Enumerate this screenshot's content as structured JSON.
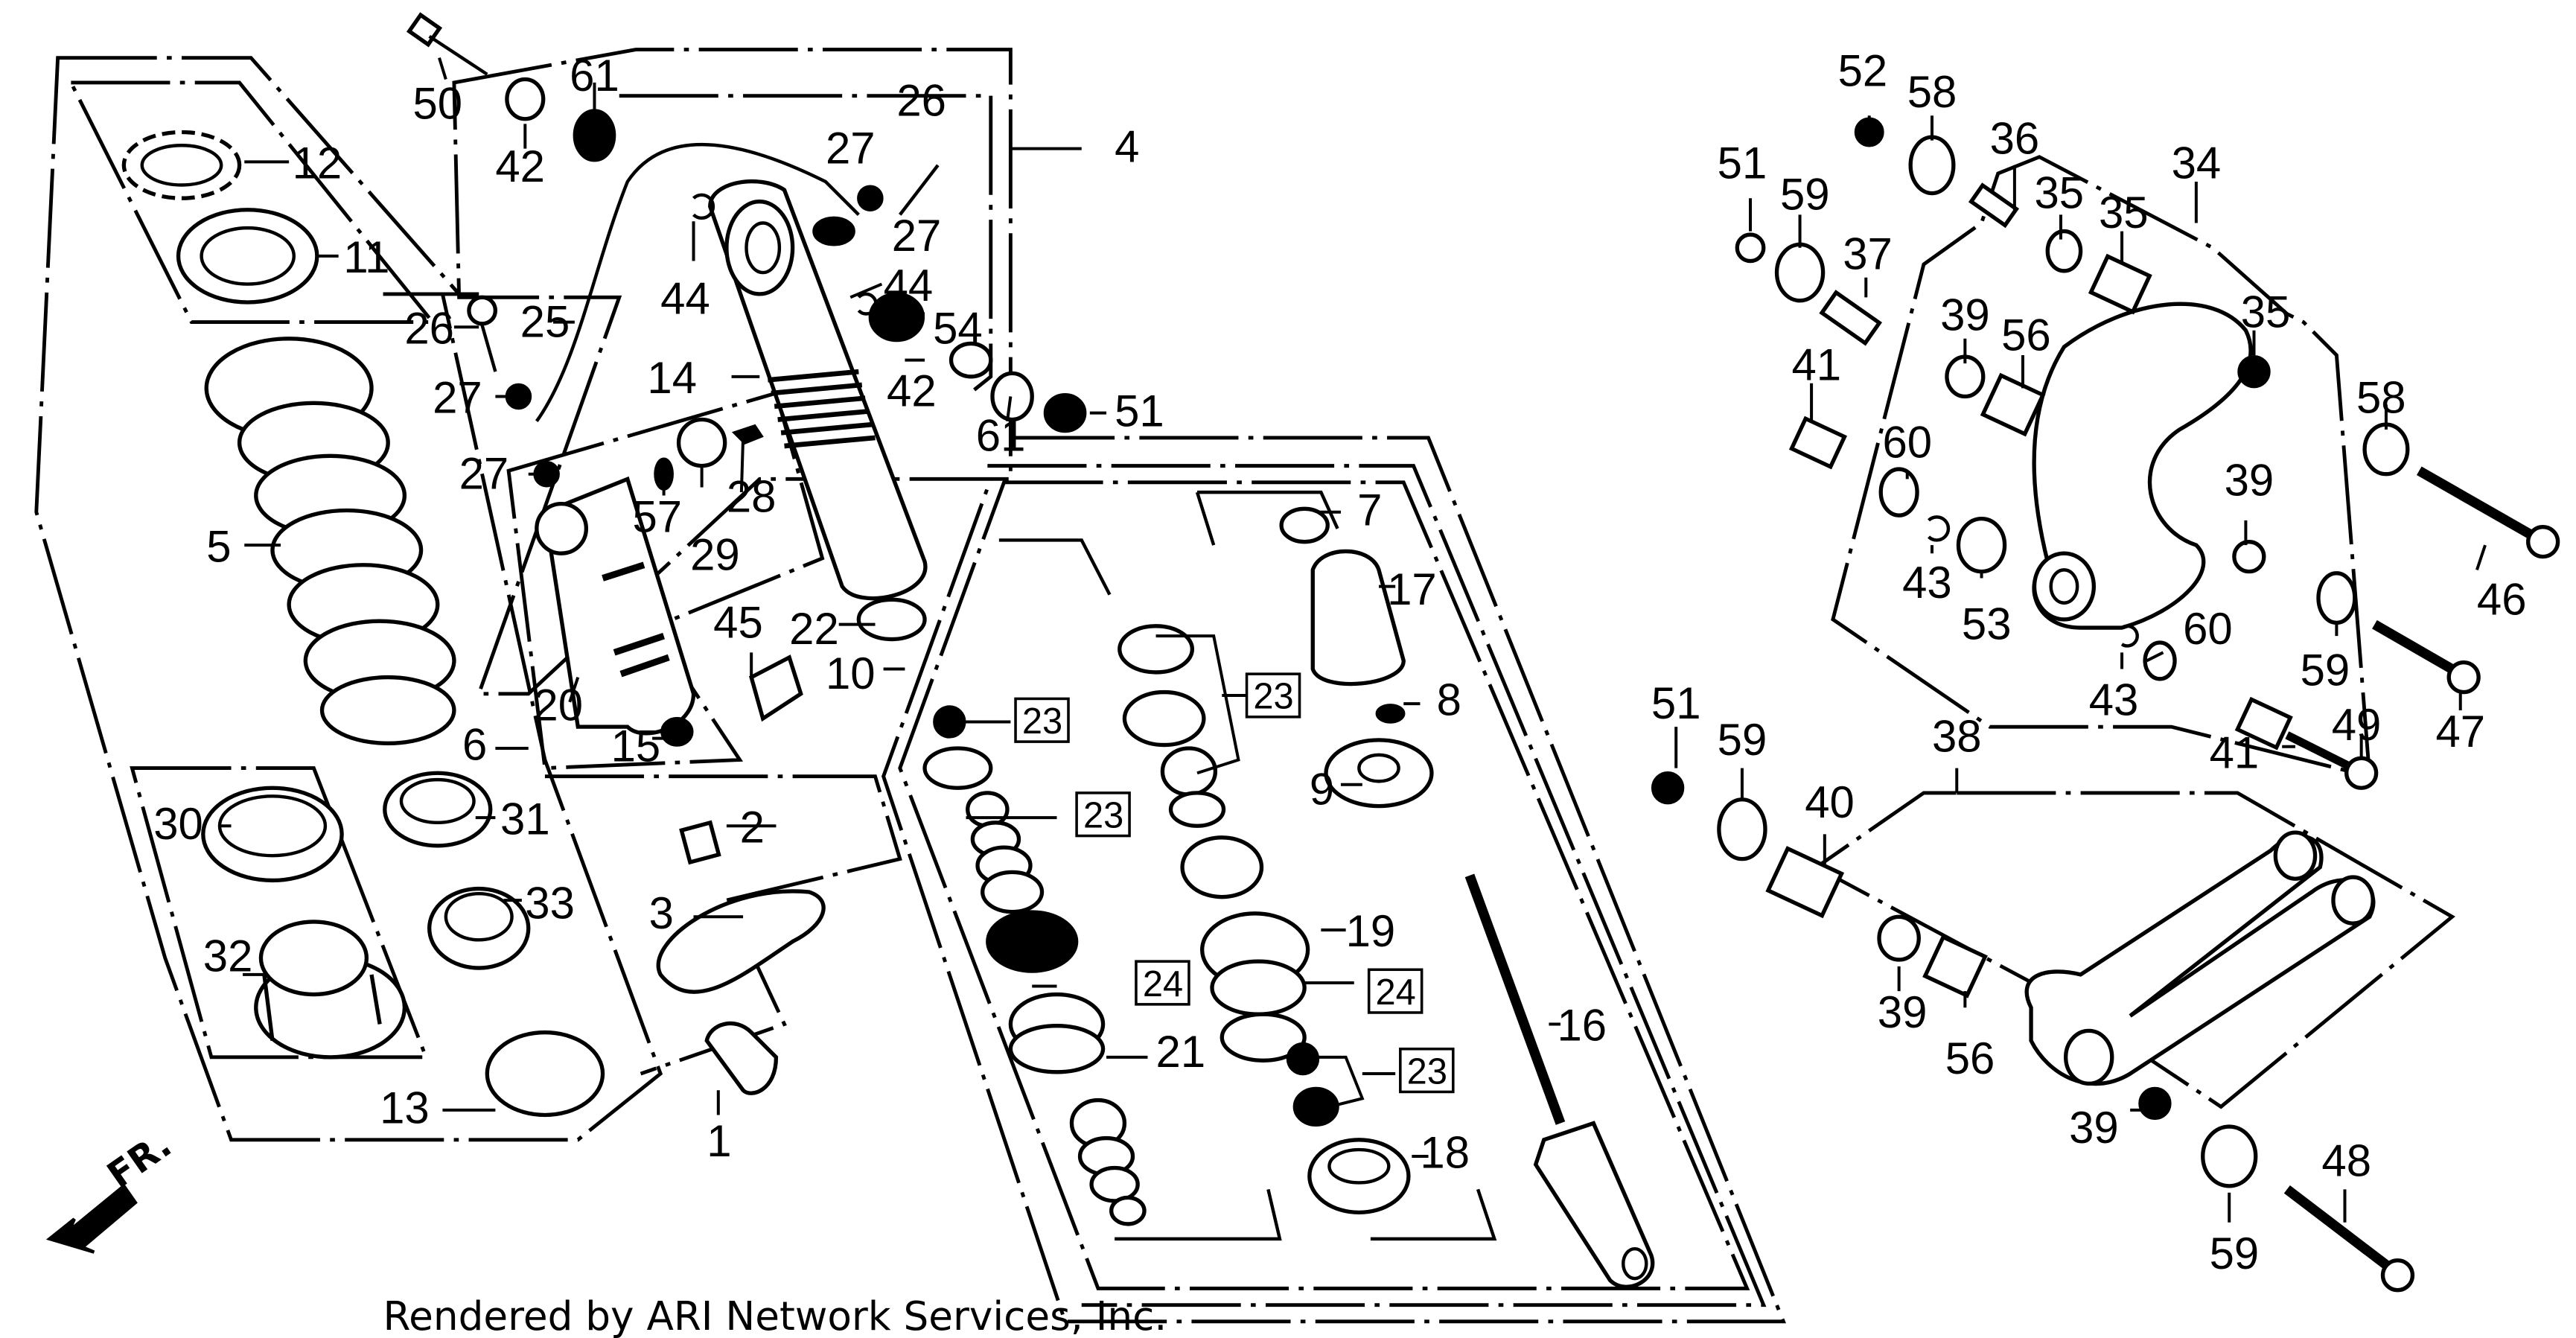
{
  "diagram": {
    "title": "Rear Shock Absorber / Cushion Arm Assembly",
    "footer": "Rendered by ARI Network Services, Inc.",
    "direction_indicator": "FR.",
    "callouts": [
      {
        "id": "c50",
        "label": "50"
      },
      {
        "id": "c42a",
        "label": "42"
      },
      {
        "id": "c61a",
        "label": "61"
      },
      {
        "id": "c12",
        "label": "12"
      },
      {
        "id": "c11",
        "label": "11"
      },
      {
        "id": "c26a",
        "label": "26"
      },
      {
        "id": "c27a",
        "label": "27"
      },
      {
        "id": "c27b",
        "label": "27"
      },
      {
        "id": "c4",
        "label": "4"
      },
      {
        "id": "c44a",
        "label": "44"
      },
      {
        "id": "c44b",
        "label": "44"
      },
      {
        "id": "c54",
        "label": "54"
      },
      {
        "id": "c42b",
        "label": "42"
      },
      {
        "id": "c61b",
        "label": "61"
      },
      {
        "id": "c51a",
        "label": "51"
      },
      {
        "id": "c26b",
        "label": "26"
      },
      {
        "id": "c25",
        "label": "25"
      },
      {
        "id": "c27c",
        "label": "27"
      },
      {
        "id": "c27d",
        "label": "27"
      },
      {
        "id": "c14",
        "label": "14"
      },
      {
        "id": "c5",
        "label": "5"
      },
      {
        "id": "c57",
        "label": "57"
      },
      {
        "id": "c28",
        "label": "28"
      },
      {
        "id": "c29",
        "label": "29"
      },
      {
        "id": "c45",
        "label": "45"
      },
      {
        "id": "c22",
        "label": "22"
      },
      {
        "id": "c10",
        "label": "10"
      },
      {
        "id": "c20",
        "label": "20"
      },
      {
        "id": "c15",
        "label": "15"
      },
      {
        "id": "c6",
        "label": "6"
      },
      {
        "id": "c7",
        "label": "7"
      },
      {
        "id": "c17",
        "label": "17"
      },
      {
        "id": "c8",
        "label": "8"
      },
      {
        "id": "c9",
        "label": "9"
      },
      {
        "id": "c30",
        "label": "30"
      },
      {
        "id": "c31",
        "label": "31"
      },
      {
        "id": "c33",
        "label": "33"
      },
      {
        "id": "c32",
        "label": "32"
      },
      {
        "id": "c13",
        "label": "13"
      },
      {
        "id": "c2",
        "label": "2"
      },
      {
        "id": "c3",
        "label": "3"
      },
      {
        "id": "c1",
        "label": "1"
      },
      {
        "id": "c19",
        "label": "19"
      },
      {
        "id": "c21",
        "label": "21"
      },
      {
        "id": "c16",
        "label": "16"
      },
      {
        "id": "c18",
        "label": "18"
      },
      {
        "id": "c52",
        "label": "52"
      },
      {
        "id": "c58a",
        "label": "58"
      },
      {
        "id": "c36",
        "label": "36"
      },
      {
        "id": "c34",
        "label": "34"
      },
      {
        "id": "c51b",
        "label": "51"
      },
      {
        "id": "c59a",
        "label": "59"
      },
      {
        "id": "c35a",
        "label": "35"
      },
      {
        "id": "c35b",
        "label": "35"
      },
      {
        "id": "c37",
        "label": "37"
      },
      {
        "id": "c35c",
        "label": "35"
      },
      {
        "id": "c39a",
        "label": "39"
      },
      {
        "id": "c56a",
        "label": "56"
      },
      {
        "id": "c41a",
        "label": "41"
      },
      {
        "id": "c58b",
        "label": "58"
      },
      {
        "id": "c60a",
        "label": "60"
      },
      {
        "id": "c39b",
        "label": "39"
      },
      {
        "id": "c43a",
        "label": "43"
      },
      {
        "id": "c53",
        "label": "53"
      },
      {
        "id": "c46",
        "label": "46"
      },
      {
        "id": "c60b",
        "label": "60"
      },
      {
        "id": "c43b",
        "label": "43"
      },
      {
        "id": "c59b",
        "label": "59"
      },
      {
        "id": "c47",
        "label": "47"
      },
      {
        "id": "c41b",
        "label": "41"
      },
      {
        "id": "c49",
        "label": "49"
      },
      {
        "id": "c51c",
        "label": "51"
      },
      {
        "id": "c59c",
        "label": "59"
      },
      {
        "id": "c40",
        "label": "40"
      },
      {
        "id": "c38",
        "label": "38"
      },
      {
        "id": "c39c",
        "label": "39"
      },
      {
        "id": "c56b",
        "label": "56"
      },
      {
        "id": "c39d",
        "label": "39"
      },
      {
        "id": "c59d",
        "label": "59"
      },
      {
        "id": "c48",
        "label": "48"
      }
    ],
    "boxed_callouts": [
      {
        "id": "b23a",
        "label": "23"
      },
      {
        "id": "b23b",
        "label": "23"
      },
      {
        "id": "b23c",
        "label": "23"
      },
      {
        "id": "b24a",
        "label": "24"
      },
      {
        "id": "b24b",
        "label": "24"
      },
      {
        "id": "b23d",
        "label": "23"
      }
    ]
  }
}
